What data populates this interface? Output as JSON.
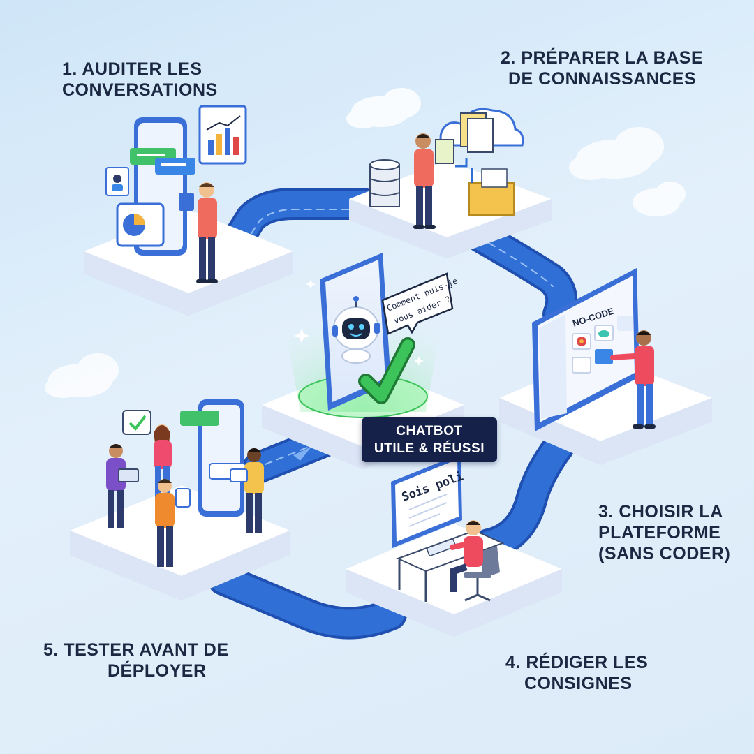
{
  "steps": [
    {
      "number": "1.",
      "lines": [
        "AUDITER LES",
        "CONVERSATIONS"
      ]
    },
    {
      "number": "2.",
      "lines": [
        "PRÉPARER LA BASE",
        "DE CONNAISSANCES"
      ]
    },
    {
      "number": "3.",
      "lines": [
        "CHOISIR LA",
        "PLATEFORME",
        "(SANS CODER)"
      ]
    },
    {
      "number": "4.",
      "lines": [
        "RÉDIGER LES",
        "CONSIGNES"
      ]
    },
    {
      "number": "5.",
      "lines": [
        "TESTER AVANT DE",
        "DÉPLOYER"
      ]
    }
  ],
  "center": {
    "badge_lines": [
      "CHATBOT",
      "UTILE & RÉUSSI"
    ],
    "speech_bubble_lines": [
      "Comment puis-je",
      "vous aider ?"
    ]
  },
  "screens": {
    "platform_header": "NO-CODE",
    "prompt_screen_text": "Sois poli"
  },
  "icons": [
    "chat-bubble-icon",
    "bar-chart-icon",
    "pie-chart-icon",
    "database-icon",
    "cloud-icon",
    "document-icon",
    "folder-icon",
    "robot-icon",
    "checkmark-icon",
    "arrow-icon",
    "sparkle-icon",
    "keyboard-icon",
    "office-chair-icon",
    "tablet-icon",
    "laptop-icon"
  ],
  "colors": {
    "road": "#2f6fd6",
    "road_edge": "#1f4fb0",
    "platform_top": "#ffffff",
    "platform_side": "#c7d4ec",
    "success_green": "#3cc45a",
    "badge_bg": "#16214a",
    "text_dark": "#1c2742"
  }
}
